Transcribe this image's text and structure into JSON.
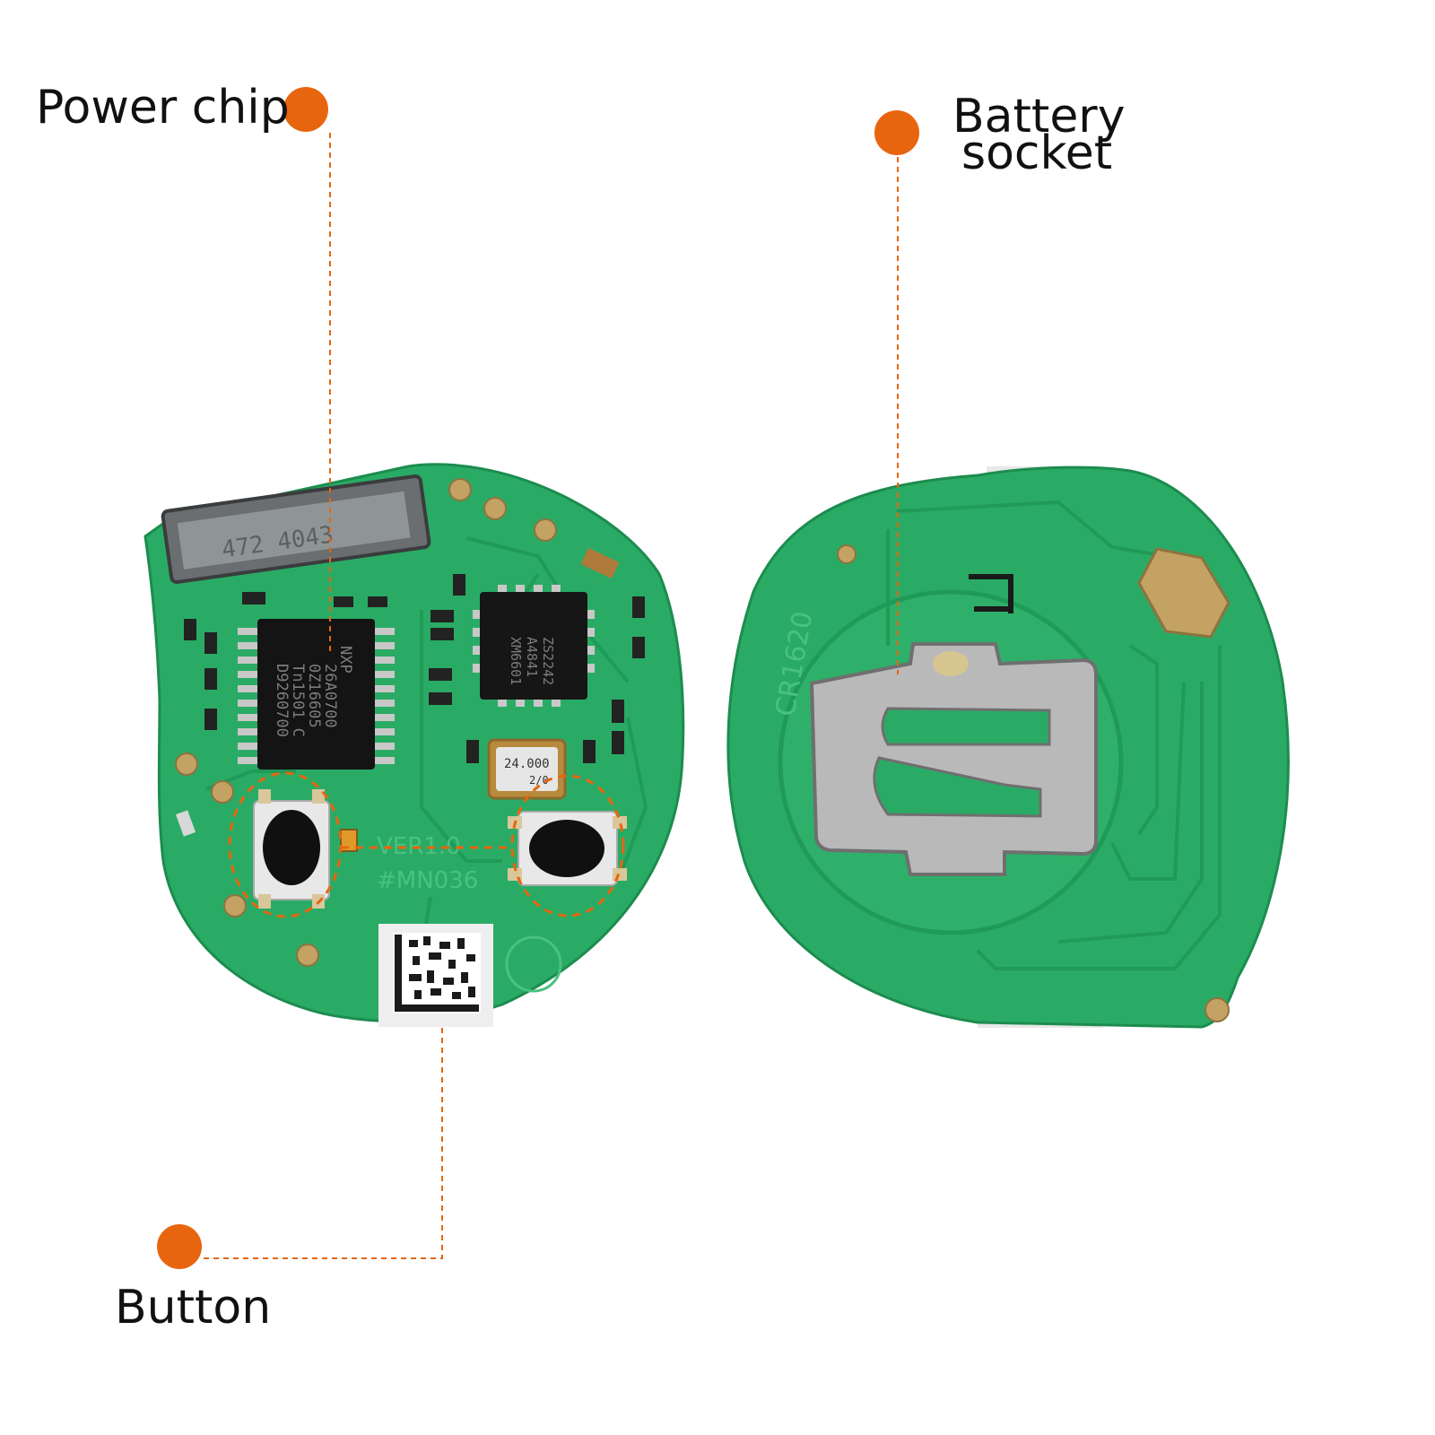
{
  "callouts": {
    "power_chip": "Power chip",
    "battery_socket_line1": "Battery",
    "battery_socket_line2": "socket",
    "button": "Button"
  },
  "board_front": {
    "lcd_text": "472 4043",
    "chip_main_lines": [
      "NXP",
      "26A0700",
      "0Z16605",
      "Tn1501 C",
      "D9260700"
    ],
    "chip_rf_lines": [
      "XM6601",
      "A4841",
      "ZS2242"
    ],
    "crystal_lines": [
      "24.000",
      "2/0"
    ],
    "silkscreen_lines": [
      "VER1.0",
      "#MN036"
    ]
  },
  "board_back": {
    "battery_label": "CR1620"
  },
  "colors": {
    "accent": "#e8650f",
    "pcb": "#2aab65",
    "pcb_trace": "#1f9a57",
    "pcb_edge": "#1c8c4f"
  }
}
